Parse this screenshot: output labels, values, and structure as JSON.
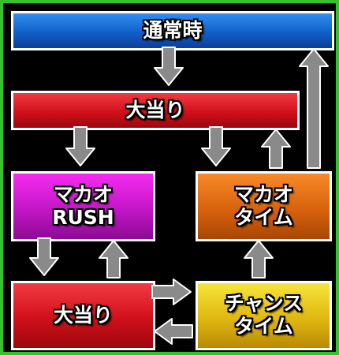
{
  "nodes": {
    "normal": {
      "lines": [
        "通常時"
      ]
    },
    "hit_top": {
      "lines": [
        "大当り"
      ]
    },
    "rush": {
      "lines": [
        "マカオ",
        "RUSH"
      ]
    },
    "time": {
      "lines": [
        "マカオ",
        "タイム"
      ]
    },
    "hit_bottom": {
      "lines": [
        "大当り"
      ]
    },
    "chance": {
      "lines": [
        "チャンス",
        "タイム"
      ]
    }
  },
  "colors": {
    "frame": "#36c12e",
    "background": "#000000",
    "arrow_fill": "#8a8a8a",
    "arrow_stroke": "#ffffff",
    "box_border": "#ffffff"
  }
}
